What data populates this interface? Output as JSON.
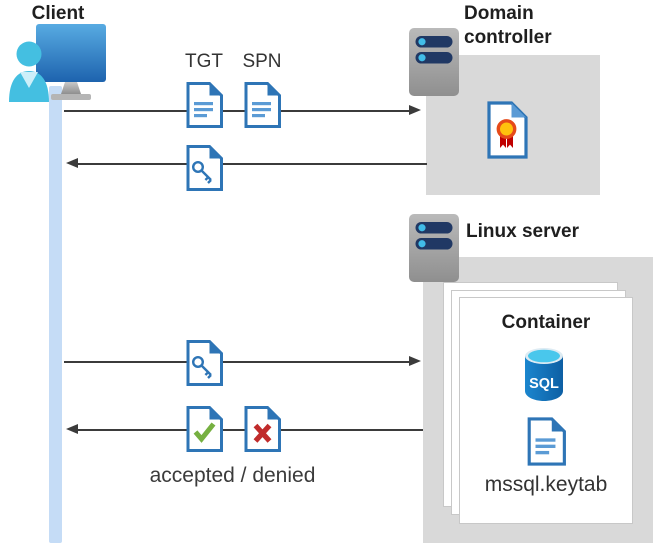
{
  "nodes": {
    "client": {
      "label": "Client"
    },
    "domain_controller": {
      "label": "Domain controller"
    },
    "linux_server": {
      "label": "Linux server"
    },
    "container": {
      "label": "Container",
      "sql_badge_text": "SQL",
      "keytab_label": "mssql.keytab"
    }
  },
  "messages": {
    "tgt_label": "TGT",
    "spn_label": "SPN",
    "result_label": "accepted / denied"
  },
  "icons": {
    "client": "user-at-monitor-icon",
    "domain_controller": "server-icon",
    "linux_server": "server-icon",
    "tgt": "document-icon",
    "spn": "document-icon",
    "service_ticket": "key-document-icon",
    "certificate": "certificate-document-icon",
    "accepted": "check-document-icon",
    "denied": "x-document-icon",
    "sql": "sql-database-icon",
    "keytab": "document-icon"
  },
  "colors": {
    "doc_border_blue": "#2e75b6",
    "doc_line_blue": "#5b9bd5",
    "lifeline_blue": "#c5dcf6",
    "box_gray": "#d9d9d9",
    "arrow_gray": "#3b3b3b",
    "accepted_green": "#76b041",
    "denied_red": "#c02b2b",
    "cert_yellow": "#ffc10d",
    "cert_ring_orange": "#e64a19",
    "cert_ribbon_red": "#c00000",
    "sql_body_blue": "#1176bf",
    "sql_top_cyan": "#49c7ec",
    "server_pill_navy": "#203864",
    "server_dot_cyan": "#41bce8"
  }
}
